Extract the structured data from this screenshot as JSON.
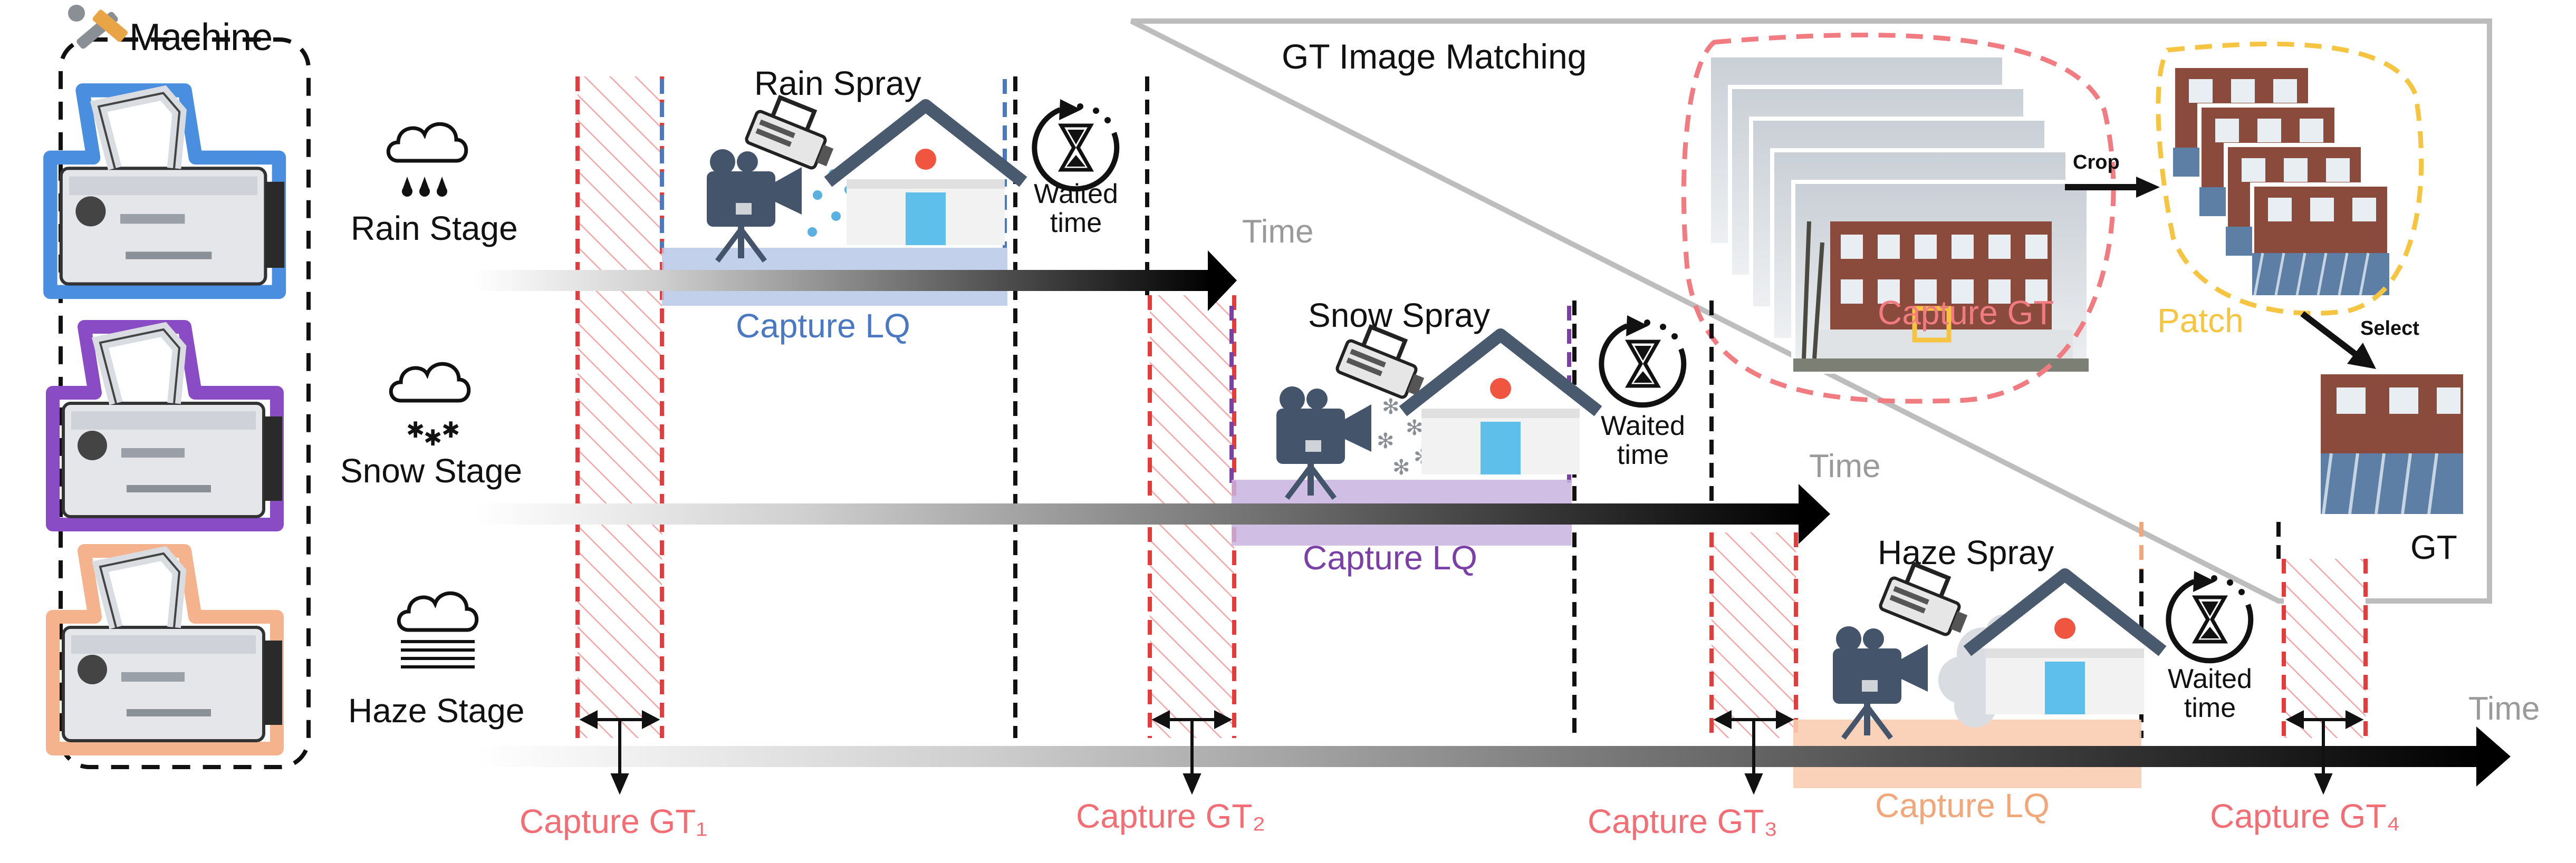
{
  "machine": {
    "title": "Machine"
  },
  "stages": [
    {
      "label": "Rain Stage",
      "spray": "Rain Spray",
      "capture_lq": "Capture LQ",
      "waited": [
        "Waited",
        "time"
      ],
      "time": "Time"
    },
    {
      "label": "Snow Stage",
      "spray": "Snow Spray",
      "capture_lq": "Capture LQ",
      "waited": [
        "Waited",
        "time"
      ],
      "time": "Time"
    },
    {
      "label": "Haze Stage",
      "spray": "Haze Spray",
      "capture_lq": "Capture LQ",
      "waited": [
        "Waited",
        "time"
      ],
      "time": "Time"
    }
  ],
  "capture_gt": [
    "Capture GT₁",
    "Capture GT₂",
    "Capture GT₃",
    "Capture GT₄"
  ],
  "matching": {
    "title": "GT Image Matching",
    "capture_gt": "Capture GT",
    "crop": "Crop",
    "patch": "Patch",
    "select": "Select",
    "gt": "GT"
  },
  "colors": {
    "rain": "#4a78c2",
    "snow": "#7b3fa8",
    "haze": "#f2a77a",
    "gt_red": "#e63b3b",
    "gt_label": "#f26d74",
    "patch_yellow": "#f5c542",
    "capture_gt_pink": "#f07c82"
  }
}
